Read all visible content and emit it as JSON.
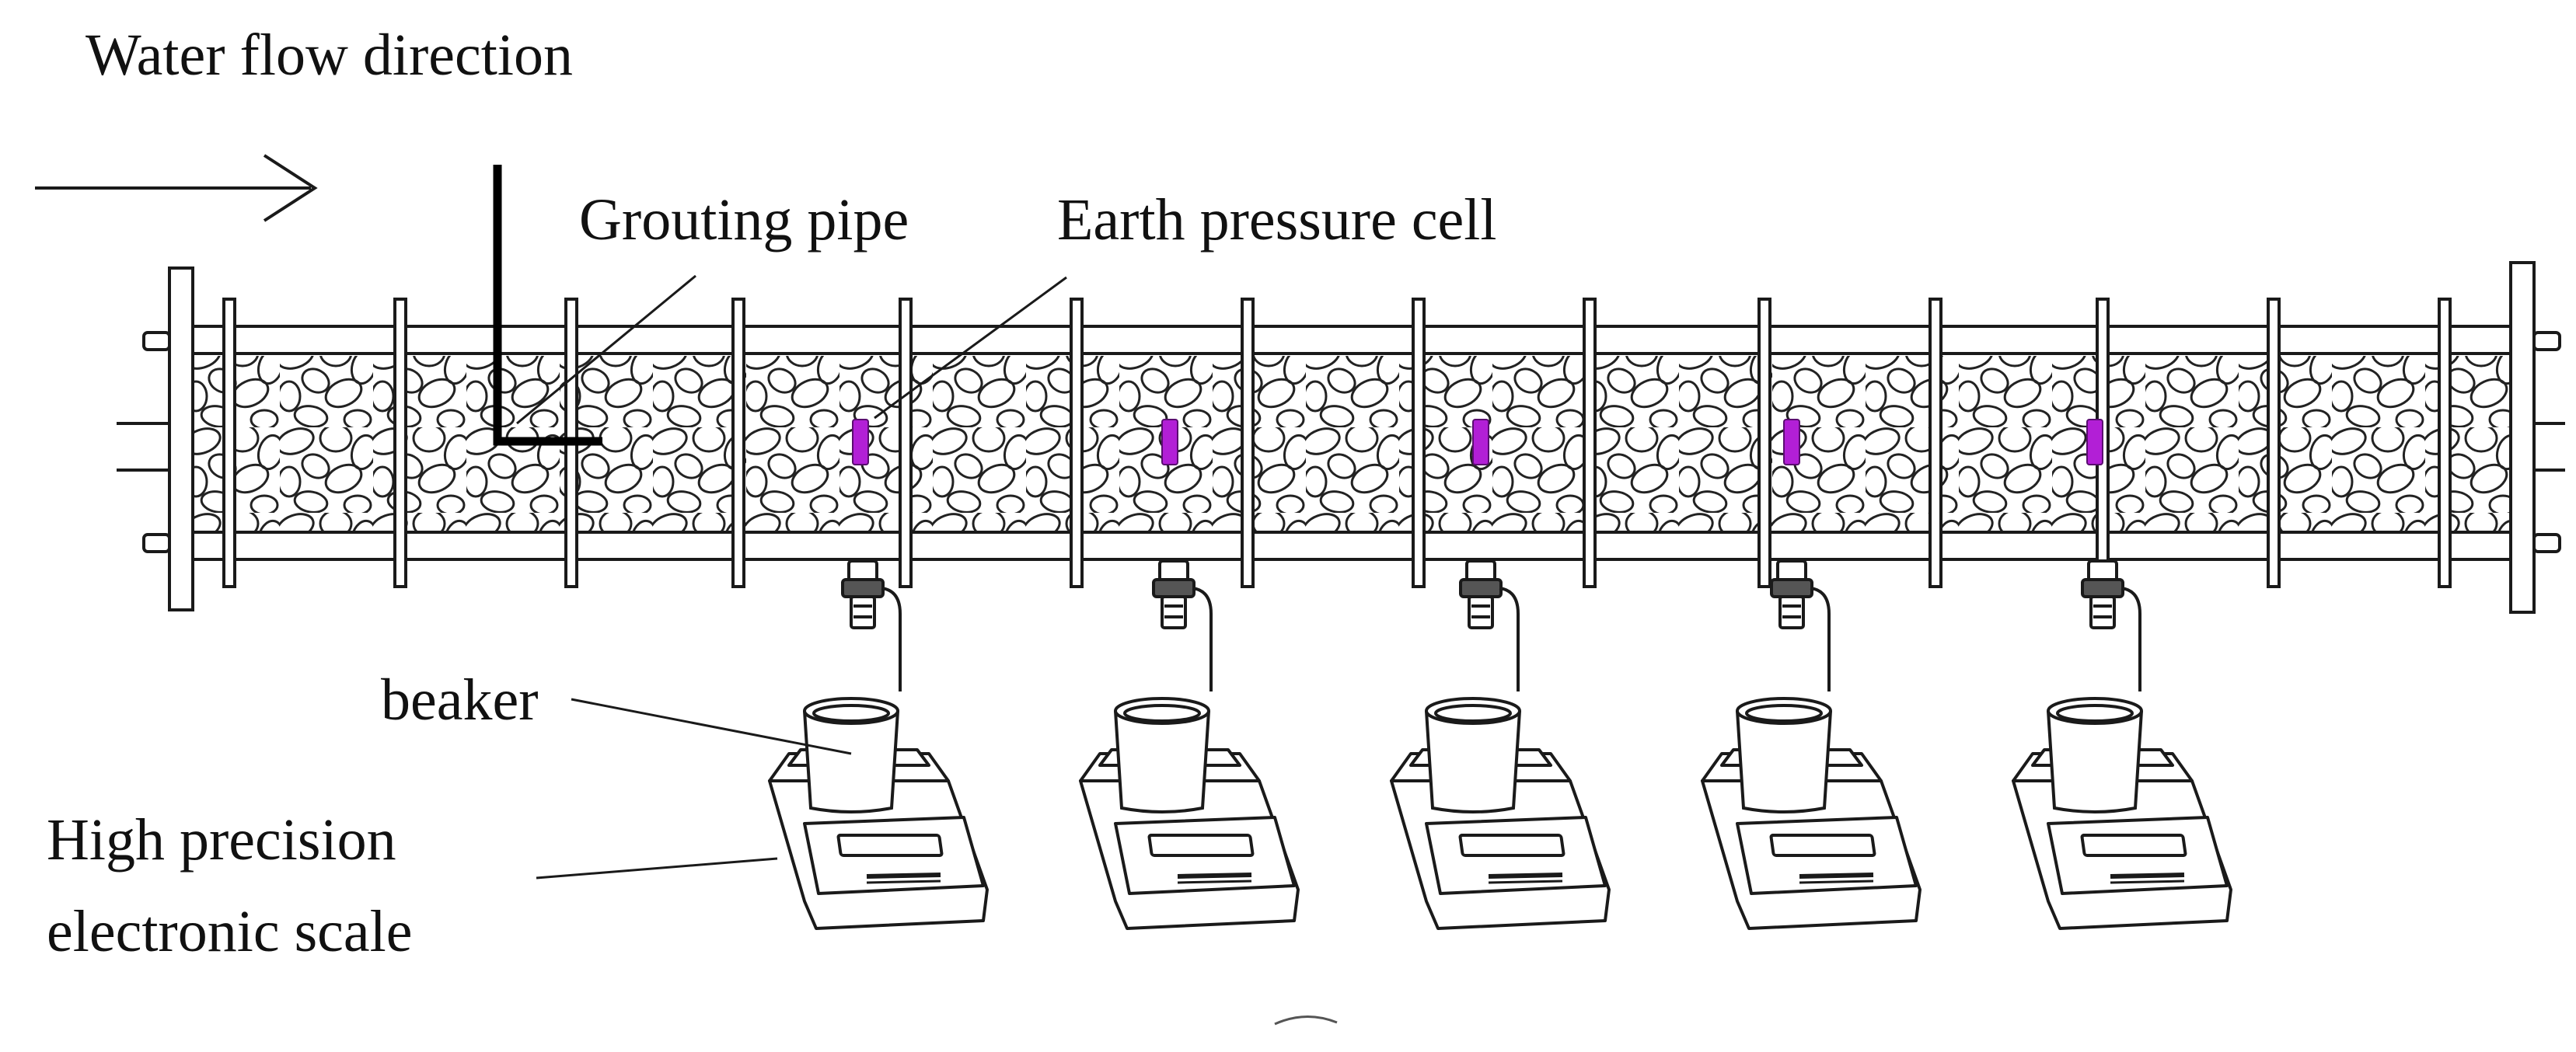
{
  "labels": {
    "water_flow": "Water flow direction",
    "grouting_pipe": "Grouting pipe",
    "earth_pressure_cell": "Earth pressure cell",
    "beaker": "beaker",
    "scale_line1": "High precision",
    "scale_line2": "electronic scale"
  },
  "counts": {
    "pressure_cells": 5,
    "outlet_valves": 5,
    "beakers": 5,
    "scales": 5
  },
  "colors": {
    "line": "#1a1a1a",
    "pressure_cell": "#b21fd6",
    "background": "#ffffff"
  }
}
